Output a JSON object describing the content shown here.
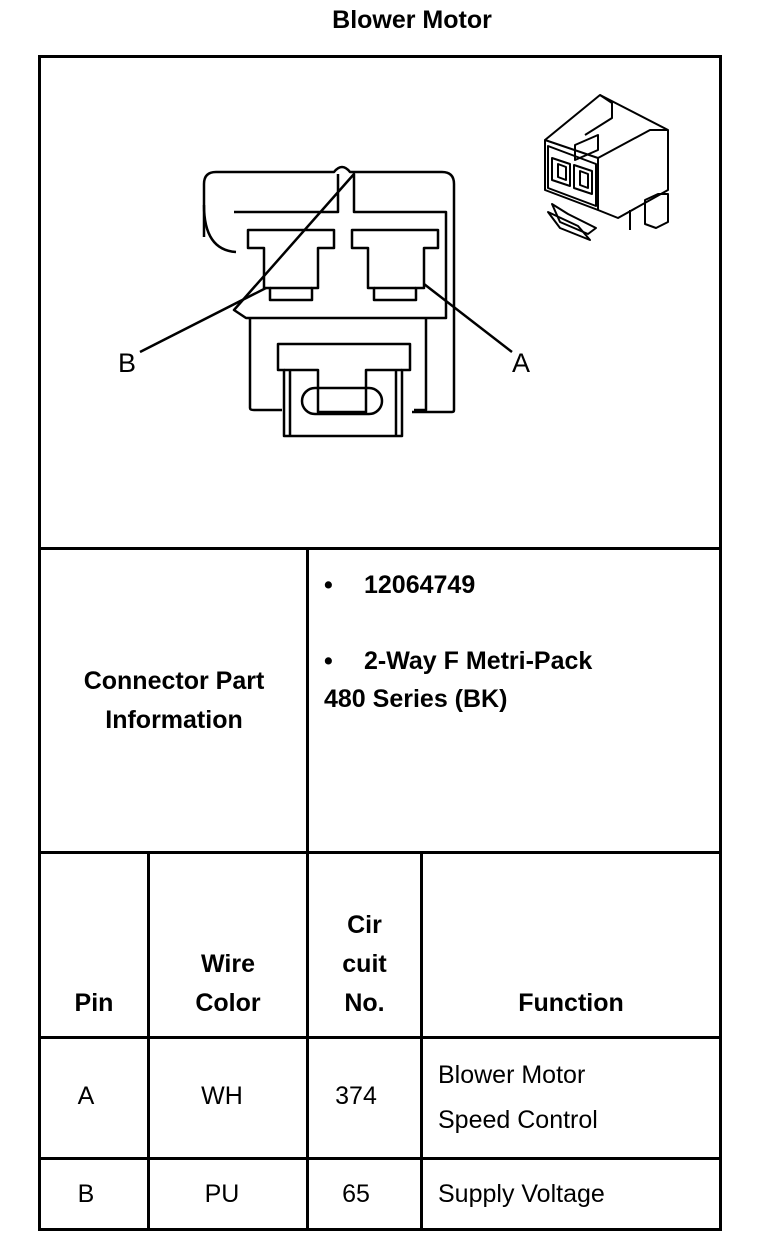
{
  "title": "Blower Motor",
  "diagram": {
    "pin_label_b": "B",
    "pin_label_a": "A"
  },
  "connector_info": {
    "label_line1": "Connector Part",
    "label_line2": "Information",
    "bullet": "•",
    "part_number": "12064749",
    "description_line1": "2-Way F Metri-Pack",
    "description_line2": "480 Series (BK)"
  },
  "pin_table": {
    "headers": {
      "pin": "Pin",
      "wire_color_line1": "Wire",
      "wire_color_line2": "Color",
      "circuit_line1": "Cir",
      "circuit_line2": "cuit",
      "circuit_line3": "No.",
      "function": "Function"
    },
    "rows": [
      {
        "pin": "A",
        "wire_color": "WH",
        "circuit": "374",
        "function_line1": "Blower Motor",
        "function_line2": "Speed Control"
      },
      {
        "pin": "B",
        "wire_color": "PU",
        "circuit": "65",
        "function_line1": "Supply Voltage"
      }
    ]
  }
}
